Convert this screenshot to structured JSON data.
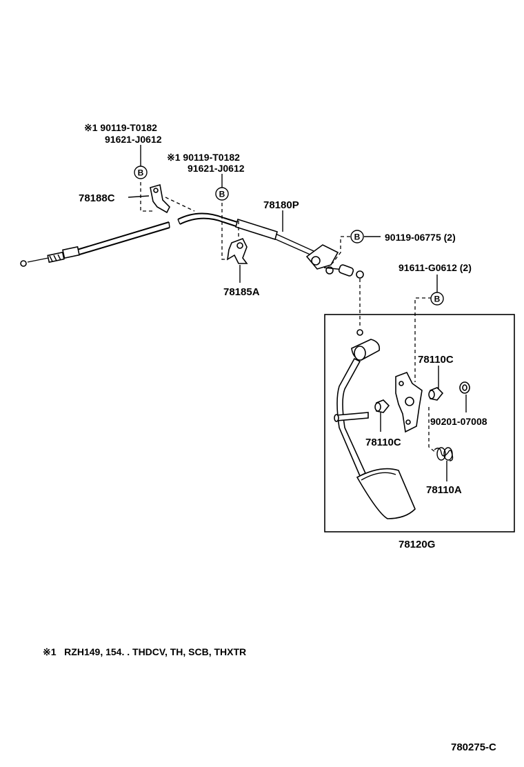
{
  "callouts": {
    "left_bolt_note": "※1 90119-T0182",
    "left_nut": "91621-J0612",
    "mid_bolt_note": "※1 90119-T0182",
    "mid_nut": "91621-J0612",
    "bracket_78188c": "78188C",
    "cable_78180p": "78180P",
    "clamp_78185a": "78185A",
    "bolt_90119_06775": "90119-06775 (2)",
    "nut_91611": "91611-G0612 (2)",
    "bushing_upper": "78110C",
    "bushing_lower": "78110C",
    "clip_90201": "90201-07008",
    "spring_78110a": "78110A",
    "pedal_assy": "78120G"
  },
  "ref_marker": "B",
  "footnote": "※1   RZH149, 154. . THDCV, TH, SCB, THXTR",
  "diagram_code": "780275-C"
}
